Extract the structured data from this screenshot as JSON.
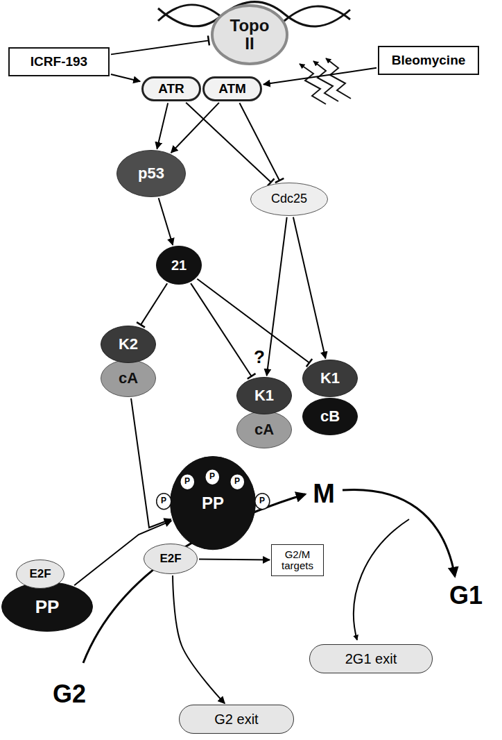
{
  "diagram": {
    "nodes": [
      {
        "text": [
          "Topo II"
        ]
      },
      {
        "text": [
          "ICRF-193"
        ]
      },
      {
        "text": [
          "Bleomycine"
        ]
      },
      {
        "text": [
          "ATR"
        ]
      },
      {
        "text": [
          "ATM"
        ]
      },
      {
        "text": [
          "p53"
        ]
      },
      {
        "text": [
          "Cdc25"
        ]
      },
      {
        "text": [
          "21"
        ]
      },
      {
        "text": [
          "K2"
        ]
      },
      {
        "text": [
          "cA"
        ]
      },
      {
        "text": [
          "K1"
        ]
      },
      {
        "text": [
          "cA"
        ]
      },
      {
        "text": [
          "K1"
        ]
      },
      {
        "text": [
          "cB"
        ]
      },
      {
        "text": [
          "PP"
        ]
      },
      {
        "text": [
          "P"
        ],
        "in": 14
      },
      {
        "text": [
          "P"
        ],
        "in": 14
      },
      {
        "text": [
          "P"
        ],
        "in": 14
      },
      {
        "text": [
          "P"
        ],
        "in": 14
      },
      {
        "text": [
          "P"
        ],
        "in": 14
      },
      {
        "text": [
          "E2F"
        ]
      },
      {
        "text": [
          "PP"
        ]
      },
      {
        "text": [
          "E2F"
        ]
      },
      {
        "text": [
          "G2/M targets"
        ]
      },
      {
        "text": [
          "G2 exit"
        ]
      },
      {
        "text": [
          "2G1 exit"
        ]
      }
    ],
    "edges": [
      {
        "from": 1,
        "to": 0,
        "arrow": "to"
      },
      {
        "from": 1,
        "to": 3,
        "arrow": "to"
      },
      {
        "from": 2,
        "to": 4,
        "arrow": "to"
      },
      {
        "from": 3,
        "to": 5,
        "arrow": "to"
      },
      {
        "from": 4,
        "to": 5,
        "arrow": "to"
      },
      {
        "from": 3,
        "to": 6,
        "arrow": "to"
      },
      {
        "from": 4,
        "to": 6,
        "arrow": "to"
      },
      {
        "from": 5,
        "to": 7,
        "arrow": "to"
      },
      {
        "from": 7,
        "to": 8,
        "arrow": "to"
      },
      {
        "from": 7,
        "to": 10,
        "arrow": "to"
      },
      {
        "from": 7,
        "to": 12,
        "arrow": "to"
      },
      {
        "from": 6,
        "to": 10,
        "arrow": "to"
      },
      {
        "from": 6,
        "to": 12,
        "arrow": "to"
      },
      {
        "from": 9,
        "to": 14,
        "arrow": "to"
      },
      {
        "from": 21,
        "to": 14,
        "arrow": "to"
      },
      {
        "from": 22,
        "to": 23,
        "arrow": "to"
      },
      {
        "from": 22,
        "to": 24,
        "arrow": "to"
      }
    ],
    "labels": [
      "?",
      "M",
      "G1",
      "G2"
    ]
  }
}
